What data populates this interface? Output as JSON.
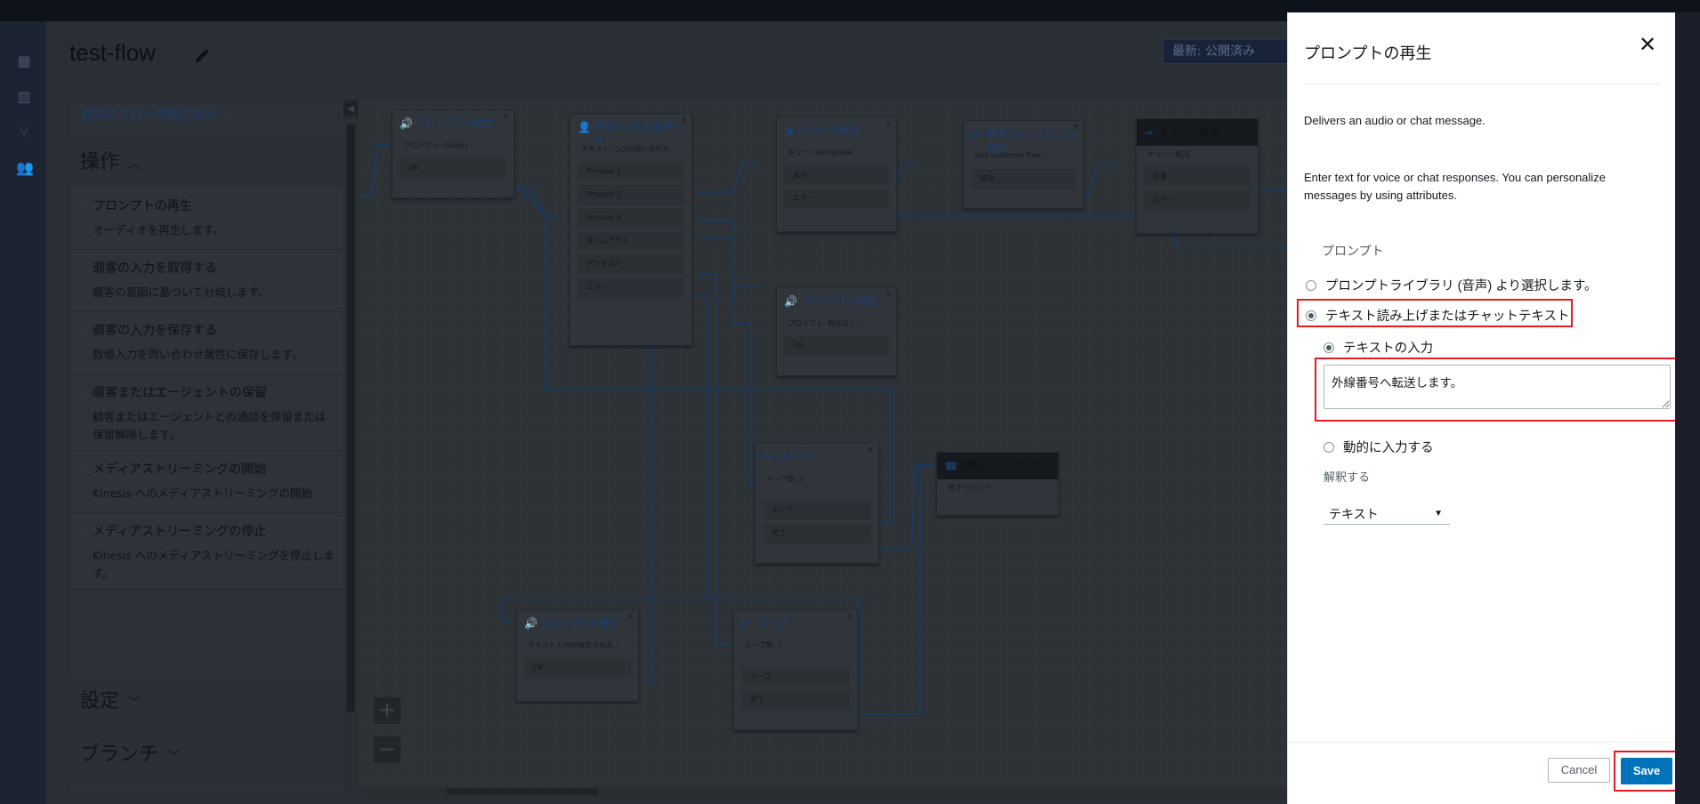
{
  "flow": {
    "title": "test-flow",
    "status": "最新: 公開済み"
  },
  "palette": {
    "toggle_label": "追加のフロー情報の表示",
    "section_operations": "操作",
    "items": [
      {
        "title": "プロンプトの再生",
        "desc": "オーディオを再生します。"
      },
      {
        "title": "顧客の入力を取得する",
        "desc": "顧客の意図に基づいて分岐します。"
      },
      {
        "title": "顧客の入力を保存する",
        "desc": "数値入力を問い合わせ属性に保存します。"
      },
      {
        "title": "顧客またはエージェントの保留",
        "desc": "顧客またはエージェントとの通話を保留または保留解除します。"
      },
      {
        "title": "メディアストリーミングの開始",
        "desc": "Kinesis へのメディアストリーミングの開始"
      },
      {
        "title": "メディアストリーミングの停止",
        "desc": "Kinesis へのメディアストリーミングを停止します。"
      }
    ],
    "section_settings": "設定",
    "section_branch": "ブランチ"
  },
  "canvas": {
    "blocks": [
      {
        "title": "プロンプトの再生",
        "sub": "プロンプト: Guide1",
        "ports": [
          "OK"
        ]
      },
      {
        "title": "顧客の入力を取得する",
        "sub": "テキスト: ○○の問い合わせ...",
        "ports": [
          "Pressed 1",
          "Pressed 2",
          "Pressed 9",
          "タイムアウト",
          "デフォルト",
          "エラー"
        ]
      },
      {
        "title": "キューの設定",
        "sub": "キュー: test-queue",
        "ports": [
          "成功",
          "エラー"
        ]
      },
      {
        "title": "顧客キューフローの設定",
        "sub": "test-customer-flow",
        "ports": [
          "成功"
        ]
      },
      {
        "title": "キューへ転送",
        "sub": "キューへ転送",
        "ports": [
          "容量",
          "エラー"
        ]
      },
      {
        "title": "プロンプトの再生",
        "sub": "プロンプト: 転送はし...",
        "ports": [
          "OK"
        ]
      },
      {
        "title": "ループ",
        "sub": "ループ数: 5",
        "ports": [
          "ループ",
          "完了"
        ]
      },
      {
        "title": "切断/ハングアップ",
        "sub": "終了イベント",
        "ports": []
      },
      {
        "title": "プロンプトの再生",
        "sub": "テキスト入力が指定されま...",
        "ports": [
          "OK"
        ]
      },
      {
        "title": "ループ",
        "sub": "ループ数: 3",
        "ports": [
          "ループ",
          "完了"
        ]
      }
    ],
    "zoom_in": "+",
    "zoom_out": "−"
  },
  "panel": {
    "title": "プロンプトの再生",
    "description": "Delivers an audio or chat message.",
    "instructions": "Enter text for voice or chat responses. You can personalize messages by using attributes.",
    "prompt_label": "プロンプト",
    "option_library": "プロンプトライブラリ (音声) より選択します。",
    "option_tts": "テキスト読み上げまたはチャットテキスト",
    "option_enter_text": "テキストの入力",
    "text_value": "外線番号へ転送します。",
    "option_dynamic": "動的に入力する",
    "interpret_label": "解釈する",
    "interpret_value": "テキスト",
    "cancel_label": "Cancel",
    "save_label": "Save"
  },
  "colors": {
    "accent": "#0073bb",
    "highlight": "#e31b23"
  }
}
